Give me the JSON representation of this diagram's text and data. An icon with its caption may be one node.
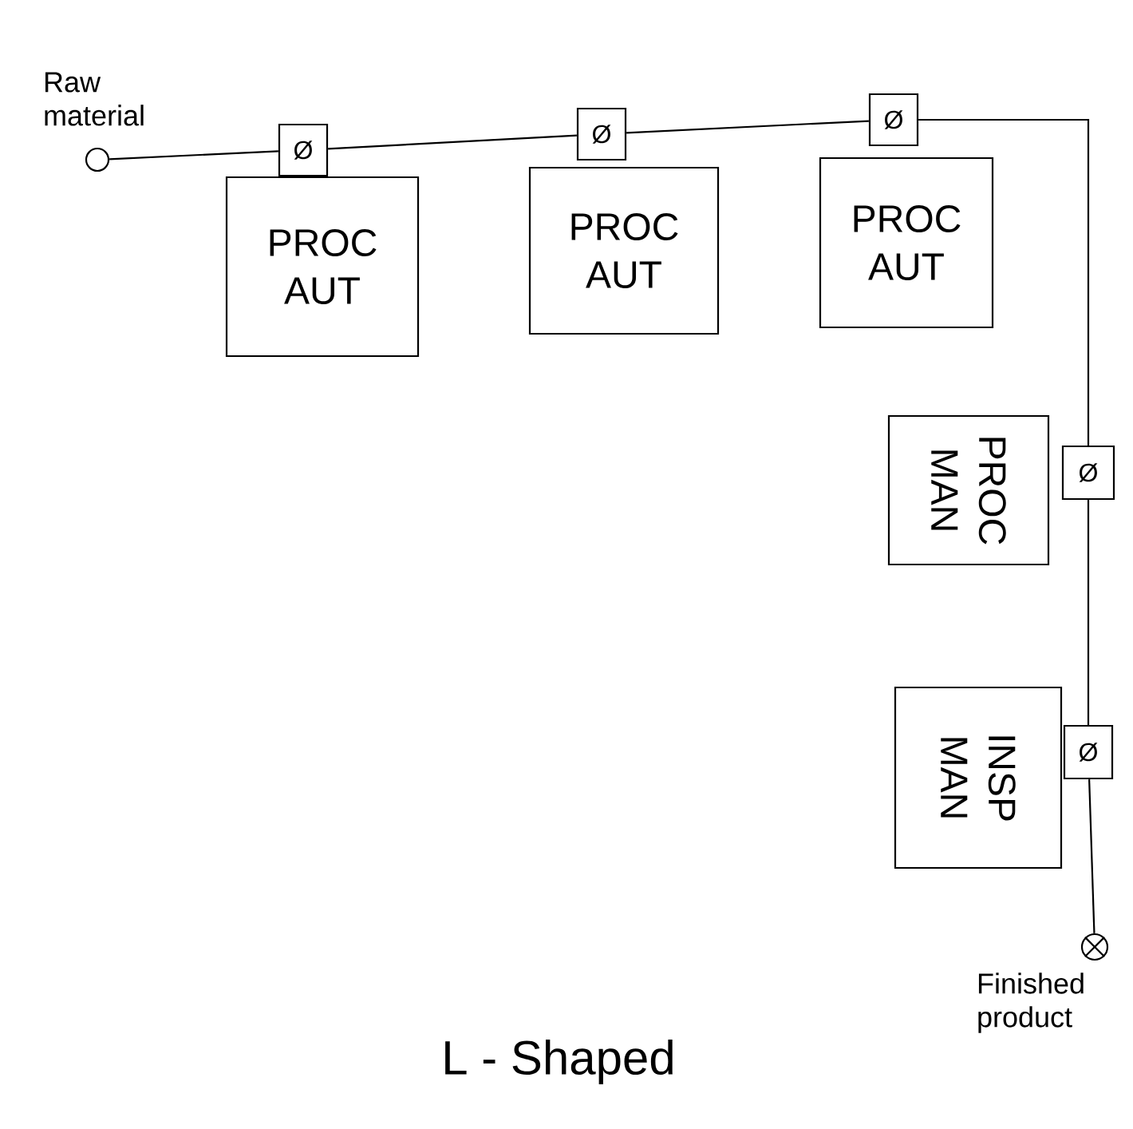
{
  "diagram": {
    "caption": "L - Shaped",
    "nodes": [
      {
        "text": [],
        "shape": "circle",
        "beside": [
          "Raw material"
        ]
      },
      {
        "text": [
          "Ø"
        ]
      },
      {
        "text": [
          "PROC AUT"
        ]
      },
      {
        "text": [
          "Ø"
        ]
      },
      {
        "text": [
          "PROC AUT"
        ]
      },
      {
        "text": [
          "Ø"
        ]
      },
      {
        "text": [
          "PROC AUT"
        ]
      },
      {
        "text": [
          "Ø"
        ]
      },
      {
        "text": [
          "PROC MAN"
        ]
      },
      {
        "text": [
          "Ø"
        ]
      },
      {
        "text": [
          "INSP MAN"
        ]
      },
      {
        "text": [],
        "shape": "crossed-circle",
        "beside": [
          "Finished product"
        ]
      }
    ],
    "edges": [
      {
        "from": 0,
        "to": 1,
        "arrow": "none"
      },
      {
        "from": 1,
        "to": 3,
        "arrow": "none"
      },
      {
        "from": 3,
        "to": 5,
        "arrow": "none"
      },
      {
        "from": 5,
        "to": 7,
        "arrow": "none"
      },
      {
        "from": 7,
        "to": 9,
        "arrow": "none"
      },
      {
        "from": 9,
        "to": 11,
        "arrow": "none"
      }
    ]
  }
}
